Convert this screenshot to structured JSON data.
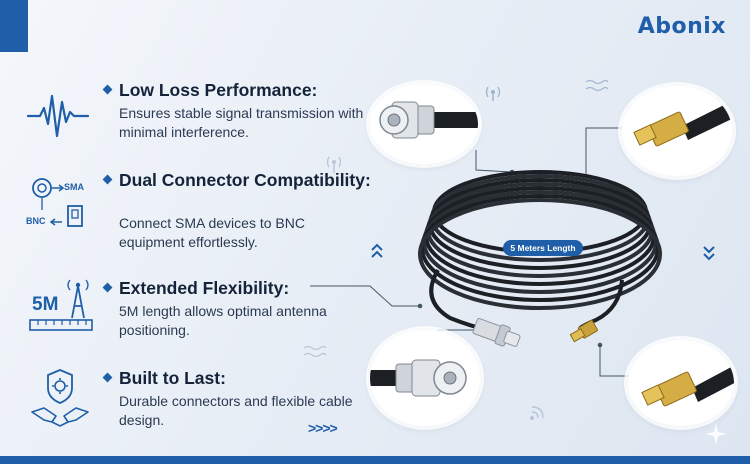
{
  "brand": {
    "name": "Abonix",
    "accent": "#1f5ea8"
  },
  "features": [
    {
      "title": "Low Loss Performance:",
      "description": "Ensures stable signal transmission with minimal interference.",
      "icon": "waveform-icon"
    },
    {
      "title": "Dual Connector Compatibility:",
      "description": "Connect SMA devices to BNC equipment effortlessly.",
      "icon": "connector-diagram-icon"
    },
    {
      "title": "Extended Flexibility:",
      "description": "5M length allows optimal antenna positioning.",
      "icon": "antenna-length-icon"
    },
    {
      "title": "Built to Last:",
      "description": "Durable connectors and flexible cable design.",
      "icon": "handshake-gear-icon"
    }
  ],
  "icon_labels": {
    "sma": "SMA",
    "bnc": "BNC",
    "length": "5M"
  },
  "product": {
    "length_badge": "5 Meters Length"
  },
  "decor": {
    "chevrons_bottom": ">>>>"
  }
}
